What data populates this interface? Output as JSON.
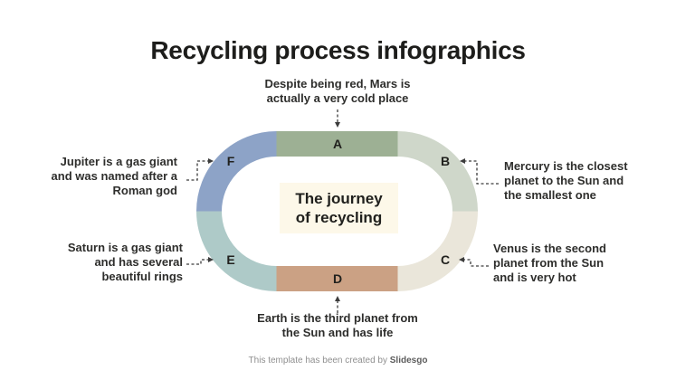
{
  "title": "Recycling process infographics",
  "center": {
    "text": "The journey\nof recycling",
    "bg_color": "#fdf8e9"
  },
  "segments": [
    {
      "label": "A",
      "color": "#9db094",
      "annotation": "Despite being red, Mars is\nactually a very cold place"
    },
    {
      "label": "B",
      "color": "#cfd7ca",
      "annotation": "Mercury is the closest\nplanet to the Sun and\nthe smallest one"
    },
    {
      "label": "C",
      "color": "#eae6da",
      "annotation": "Venus is the second\nplanet from the Sun\nand is very hot"
    },
    {
      "label": "D",
      "color": "#cba184",
      "annotation": "Earth is the third planet from\nthe Sun and has life"
    },
    {
      "label": "E",
      "color": "#aecac8",
      "annotation": "Saturn is a gas giant\nand has several\nbeautiful rings"
    },
    {
      "label": "F",
      "color": "#8da3c7",
      "annotation": "Jupiter is a gas giant\nand was named after a\nRoman god"
    }
  ],
  "arrow_color": "#3c3c3c",
  "footer": {
    "prefix": "This template has been created by ",
    "brand": "Slidesgo"
  }
}
